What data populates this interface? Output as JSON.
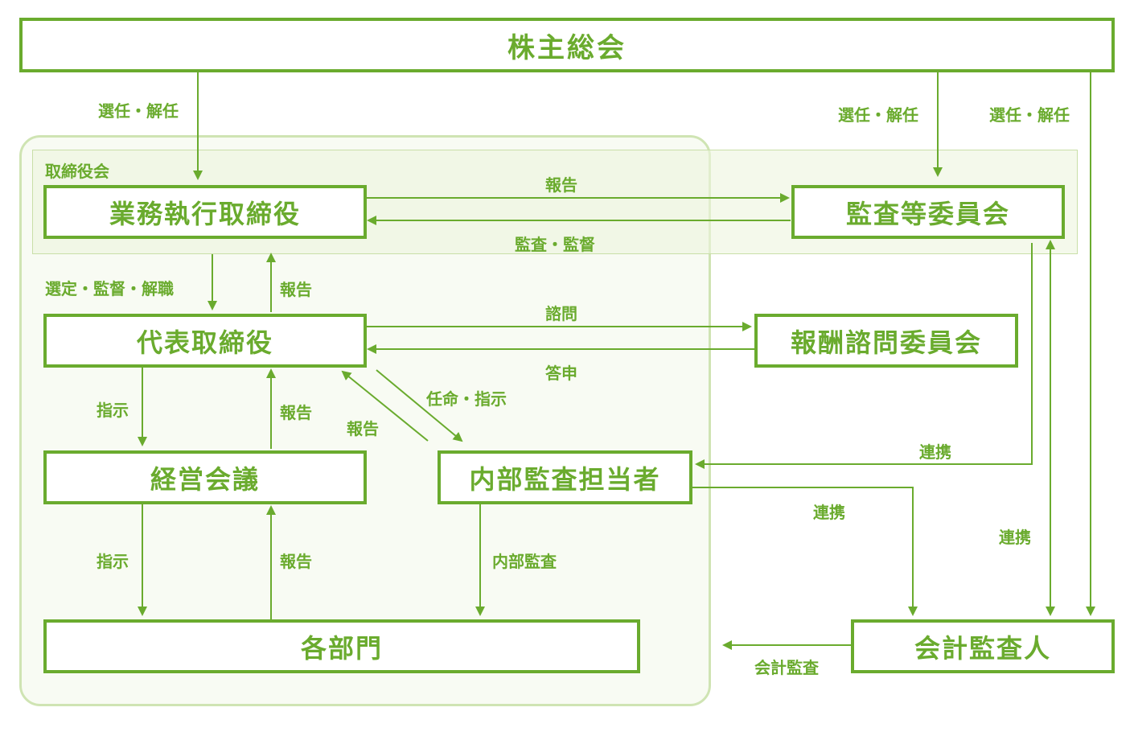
{
  "colors": {
    "accent": "#6aab2e",
    "region_border": "#cfe4b3",
    "region_fill": "#f8fbf3"
  },
  "regions": {
    "board_label": "取締役会"
  },
  "nodes": {
    "shareholders": "株主総会",
    "executive_directors": "業務執行取締役",
    "audit_committee": "監査等委員会",
    "representative_director": "代表取締役",
    "compensation_committee": "報酬諮問委員会",
    "management_meeting": "経営会議",
    "internal_auditor": "内部監査担当者",
    "departments": "各部門",
    "accounting_auditor": "会計監査人"
  },
  "edges": {
    "elect_dismiss_1": "選任・解任",
    "elect_dismiss_2": "選任・解任",
    "elect_dismiss_3": "選任・解任",
    "report_to_audit": "報告",
    "audit_supervise": "監査・監督",
    "select_supervise_dismiss": "選定・監督・解職",
    "report_up_1": "報告",
    "consult": "諮問",
    "answer": "答申",
    "instruct_1": "指示",
    "report_up_2": "報告",
    "appoint_instruct": "任命・指示",
    "report_from_auditor": "報告",
    "cooperate_1": "連携",
    "cooperate_2": "連携",
    "cooperate_3": "連携",
    "instruct_2": "指示",
    "report_up_3": "報告",
    "internal_audit": "内部監査",
    "accounting_audit": "会計監査"
  }
}
